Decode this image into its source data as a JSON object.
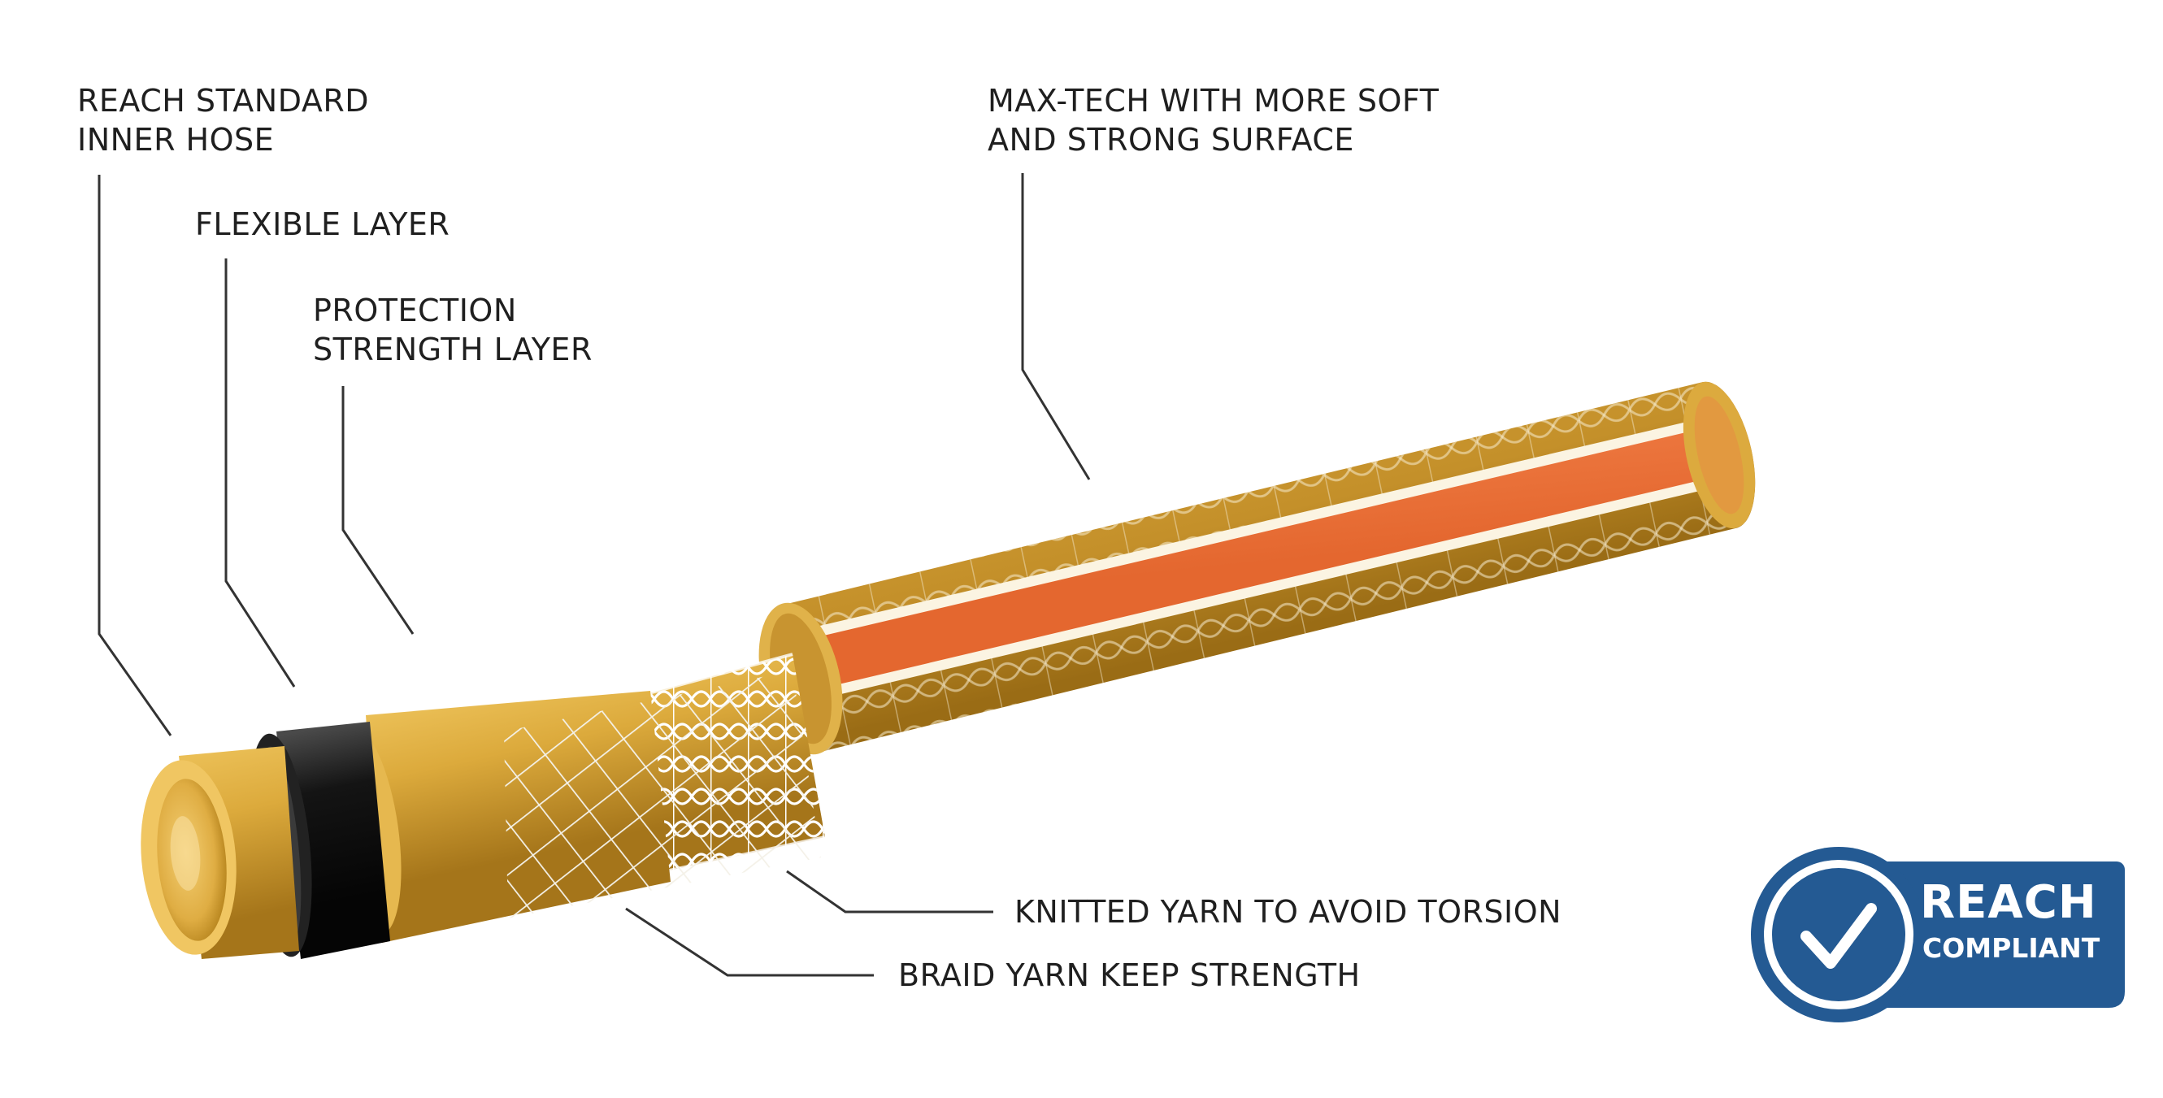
{
  "callouts": {
    "inner_hose": {
      "line1": "REACH STANDARD",
      "line2": "INNER HOSE"
    },
    "flexible_layer": {
      "line1": "FLEXIBLE LAYER"
    },
    "protection_layer": {
      "line1": "PROTECTION",
      "line2": "STRENGTH LAYER"
    },
    "max_tech": {
      "line1": "MAX-TECH WITH MORE SOFT",
      "line2": "AND STRONG SURFACE"
    },
    "knitted_yarn": {
      "line1": "KNITTED YARN TO AVOID TORSION"
    },
    "braid_yarn": {
      "line1": "BRAID YARN KEEP STRENGTH"
    }
  },
  "badge": {
    "title": "REACH",
    "subtitle": "COMPLIANT",
    "icon": "checkmark-icon"
  },
  "colors": {
    "hose_yellow": "#d8a93a",
    "hose_light": "#f2d07a",
    "hose_dark": "#a87a1c",
    "stripe_orange": "#ef7c45",
    "flex_layer_black": "#141414",
    "yarn_white": "#f4f1e8",
    "badge_blue": "#245a93",
    "leader_line": "#333333"
  }
}
